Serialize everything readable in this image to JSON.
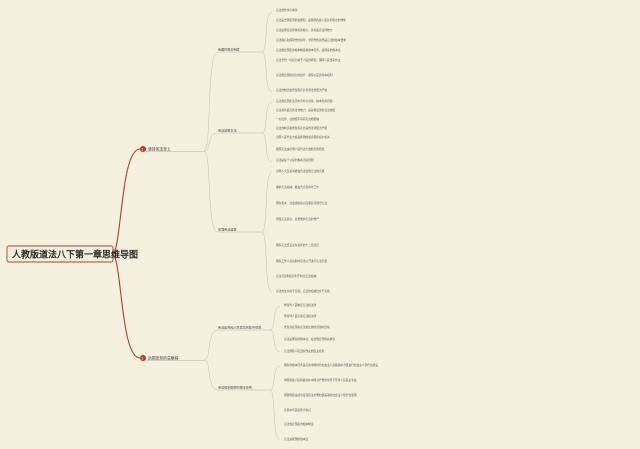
{
  "root": {
    "title": "人教版道法八下第一章思维导图"
  },
  "branches": [
    {
      "number": "1",
      "title": "坚持宪法至上",
      "children": [
        {
          "label": "我国的根本制度",
          "items": [
            "宪法的作用与地位",
            "宪法是治国安邦的总章程，是我国各族人民共同意志的体现",
            "宪法是国家法律体系的核心，具有最高法律效力",
            "宪法确认和保障党的领导，坚持党的领导是宪法的根本要求",
            "宪法规定国家的根本制度和根本任务，是国家的根本法",
            "宪法坚持一切权力属于人民的原则，保障人民当家作主",
            "宪法规范国家权力的运行，保障公民的基本权利",
            "宪法的制定和修改程序比普通法律更为严格"
          ]
        },
        {
          "label": "宪法是根本法",
          "items": [
            "宪法规定国家生活中带有全局性、根本性的问题",
            "宪法具有最高的法律效力，是其他法律的立法依据",
            "一切法律、法规都不得同宪法相抵触",
            "宪法的制定和修改程序比其他法律更为严格",
            "全国人民代表大会是我国的最高国家权力机关",
            "我国宪法由全国人民代表大会制定和修改",
            "宪法是每个公民的根本活动准则"
          ]
        },
        {
          "label": "加强宪法监督",
          "items": [
            "全国人大及其常委会负责监督宪法的实施",
            "维护宪法权威，推进合宪性审查工作",
            "国家机关、社会组织和公民都必须遵守宪法",
            "增强宪法意识，自觉维护宪法的尊严",
            "国家宪法日设立在每年的十二月四日",
            "国家工作人员就职时应当公开进行宪法宣誓",
            "宪法宣誓制度有利于树立宪法权威",
            "宪法的生命在于实施，宪法的权威也在于实施"
          ]
        }
      ]
    },
    {
      "number": "2",
      "title": "治国安邦的总章程",
      "children": [
        {
          "label": "宪法是党和人民意志的集中体现",
          "items": [
            "党领导人民制定宪法和法律",
            "党领导人民实施宪法和法律",
            "党自身必须在宪法和法律的范围内活动",
            "宪法是国家的根本法，是治国安邦的总章程",
            "宪法保障人民当家作主的民主权利"
          ]
        },
        {
          "label": "宪法规定国家的根本任务",
          "items": [
            "国家的根本任务是沿着中国特色社会主义道路集中力量进行社会主义现代化建设",
            "中国各族人民将继续在中国共产党的领导下坚持人民民主专政",
            "把我国建设成为富强民主文明和谐美丽的社会主义现代化强国",
            "实现中华民族伟大复兴",
            "宪法规定国家的根本制度",
            "宪法是我国的根本法"
          ]
        }
      ]
    }
  ]
}
